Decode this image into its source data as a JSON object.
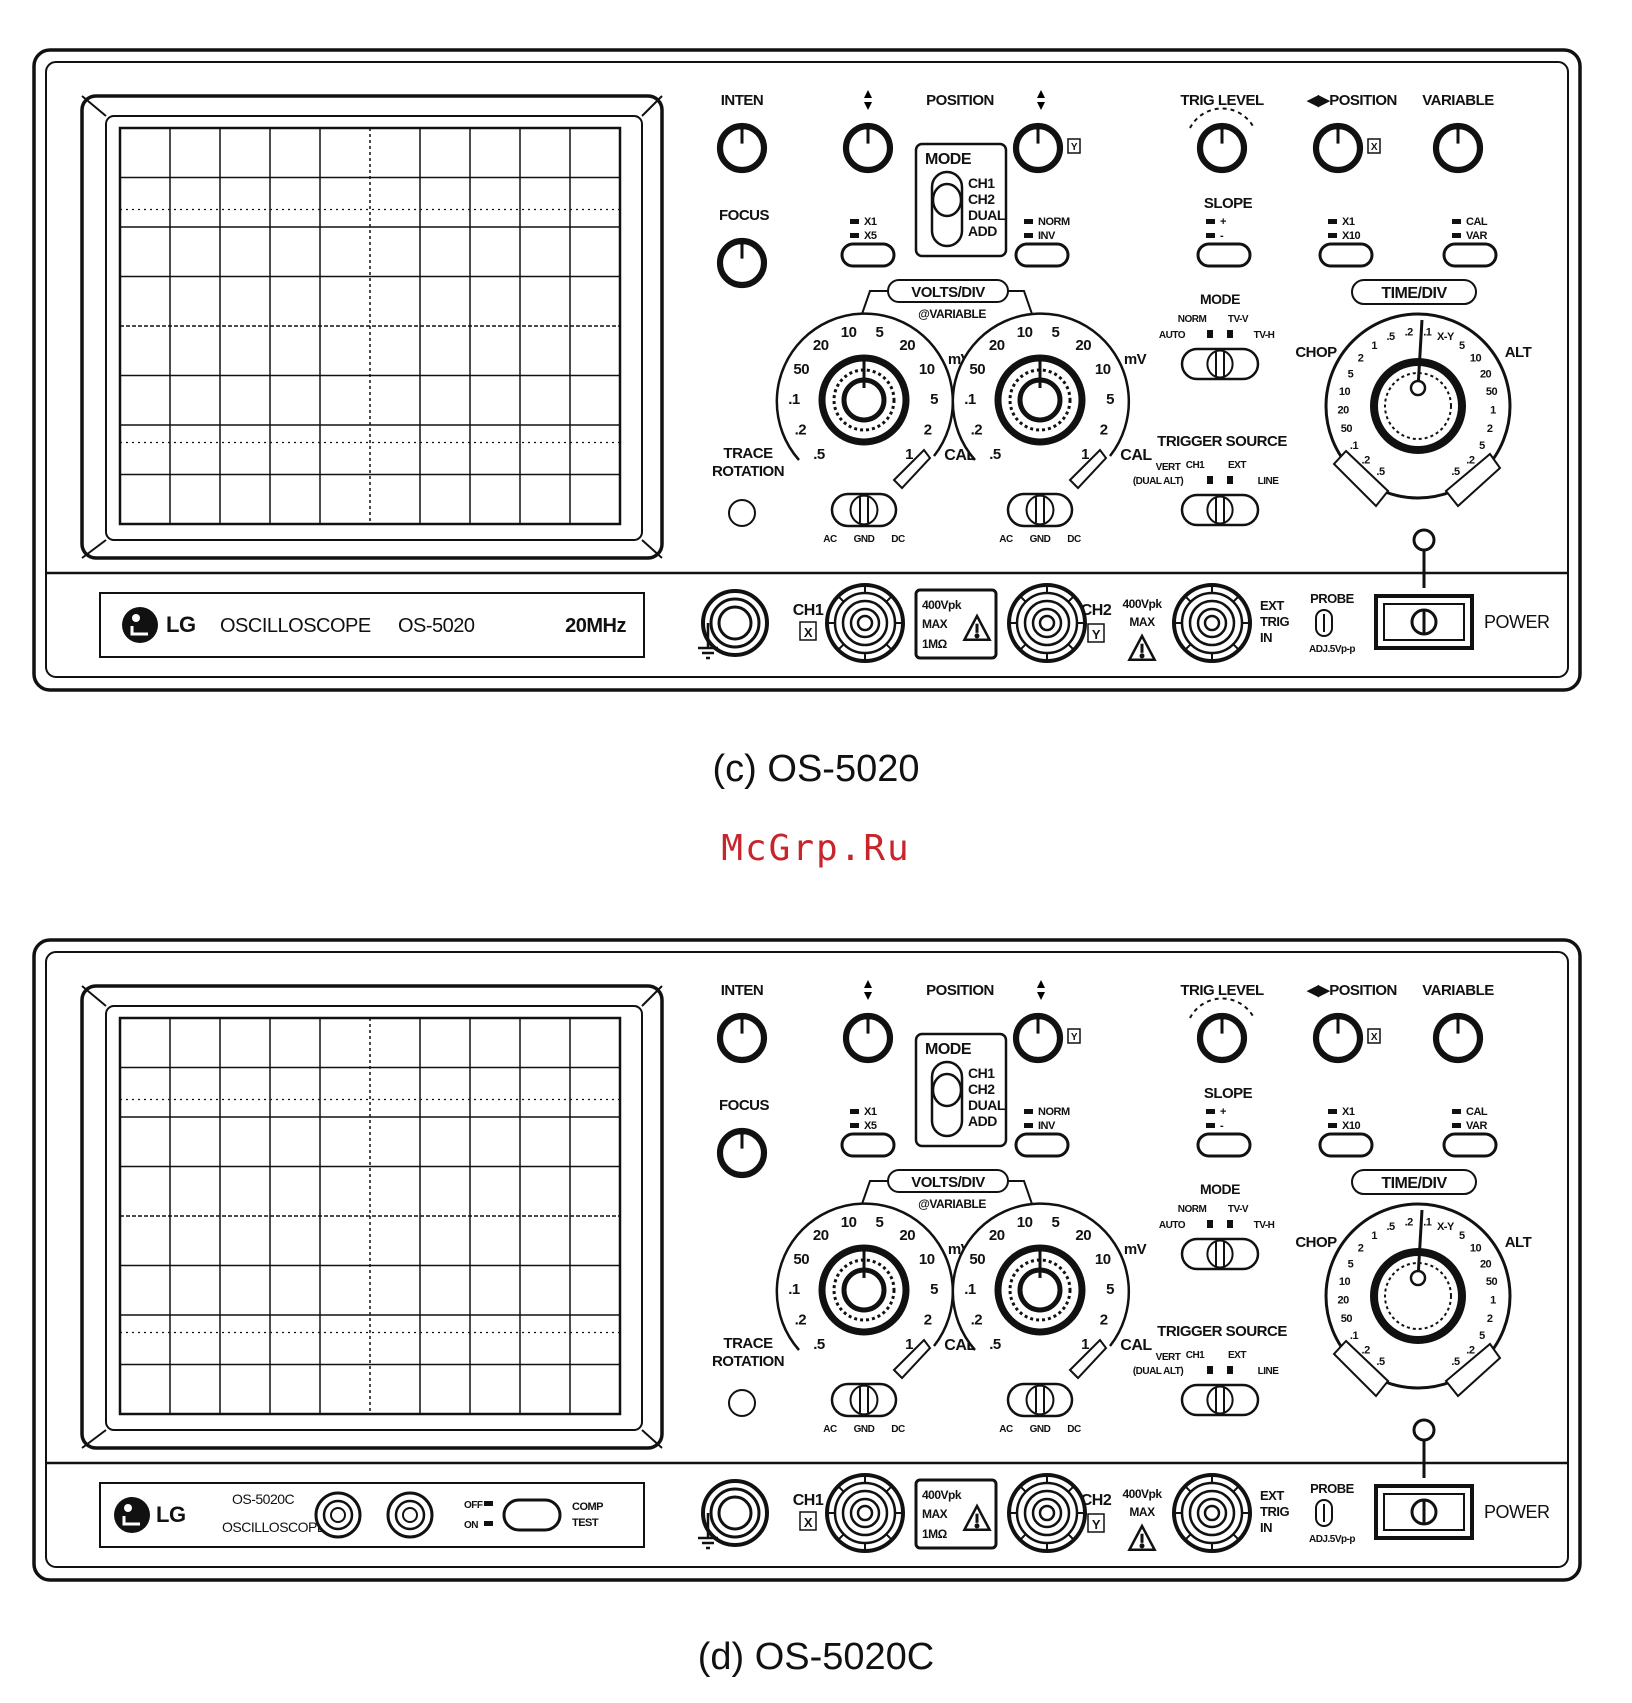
{
  "watermark": "McGrp.Ru",
  "panels": [
    {
      "caption": "(c) OS-5020",
      "variant": "os5020",
      "labels": {
        "inten": "INTEN",
        "focus": "FOCUS",
        "position": "POSITION",
        "mode": "MODE",
        "mode_options": [
          "CH1",
          "CH2",
          "DUAL",
          "ADD"
        ],
        "x1": "X1",
        "x5": "X5",
        "norm": "NORM",
        "inv": "INV",
        "trig_level": "TRIG LEVEL",
        "h_position": "◀▶POSITION",
        "variable": "VARIABLE",
        "slope": "SLOPE",
        "slope_plus": "+",
        "slope_minus": "-",
        "x10": "X10",
        "cal": "CAL",
        "var": "VAR",
        "volts_div": "VOLTS/DIV",
        "at_variable": "@VARIABLE",
        "mv": "mV",
        "volts_scale": [
          ".5",
          ".2",
          ".1",
          "50",
          "20",
          "10",
          "5",
          "20",
          "10",
          "5",
          "2",
          "1"
        ],
        "cal_label": "CAL",
        "trace_rotation": "TRACE ROTATION",
        "ac": "AC",
        "gnd": "GND",
        "dc": "DC",
        "mode2": "MODE",
        "norm2": "NORM",
        "tvv": "TV-V",
        "auto": "AUTO",
        "tvh": "TV-H",
        "trigger_source": "TRIGGER SOURCE",
        "vert": "VERT",
        "dual_alt": "(DUAL ALT)",
        "ch1": "CH1",
        "ext": "EXT",
        "line": "LINE",
        "time_div": "TIME/DIV",
        "chop": "CHOP",
        "alt": "ALT",
        "ch1_in": "CH1",
        "ch1_axis": "X",
        "ch2_in": "CH2",
        "ch2_axis": "Y",
        "warn1": "400Vpk",
        "warn2": "MAX",
        "warn3": "1MΩ",
        "ext_warn1": "400Vpk",
        "ext_warn2": "MAX",
        "ext_trig": "EXT TRIG IN",
        "probe": "PROBE",
        "adj": "ADJ.5Vp-p",
        "power": "POWER",
        "xaxis_tag": "X",
        "yaxis_tag": "Y"
      },
      "brand": {
        "logo": "LG",
        "name": "OSCILLOSCOPE",
        "model": "OS-5020",
        "bandwidth": "20MHz"
      }
    },
    {
      "caption": "(d) OS-5020C",
      "variant": "os5020c",
      "labels": {
        "inten": "INTEN",
        "focus": "FOCUS",
        "position": "POSITION",
        "mode": "MODE",
        "mode_options": [
          "CH1",
          "CH2",
          "DUAL",
          "ADD"
        ],
        "x1": "X1",
        "x5": "X5",
        "norm": "NORM",
        "inv": "INV",
        "trig_level": "TRIG LEVEL",
        "h_position": "◀▶POSITION",
        "variable": "VARIABLE",
        "slope": "SLOPE",
        "slope_plus": "+",
        "slope_minus": "-",
        "x10": "X10",
        "cal": "CAL",
        "var": "VAR",
        "volts_div": "VOLTS/DIV",
        "at_variable": "@VARIABLE",
        "mv": "mV",
        "volts_scale": [
          ".5",
          ".2",
          ".1",
          "50",
          "20",
          "10",
          "5",
          "20",
          "10",
          "5",
          "2",
          "1"
        ],
        "cal_label": "CAL",
        "trace_rotation": "TRACE ROTATION",
        "ac": "AC",
        "gnd": "GND",
        "dc": "DC",
        "mode2": "MODE",
        "norm2": "NORM",
        "tvv": "TV-V",
        "auto": "AUTO",
        "tvh": "TV-H",
        "trigger_source": "TRIGGER SOURCE",
        "vert": "VERT",
        "dual_alt": "(DUAL ALT)",
        "ch1": "CH1",
        "ext": "EXT",
        "line": "LINE",
        "time_div": "TIME/DIV",
        "chop": "CHOP",
        "alt": "ALT",
        "ch1_in": "CH1",
        "ch1_axis": "X",
        "ch2_in": "CH2",
        "ch2_axis": "Y",
        "warn1": "400Vpk",
        "warn2": "MAX",
        "warn3": "1MΩ",
        "ext_warn1": "400Vpk",
        "ext_warn2": "MAX",
        "ext_trig": "EXT TRIG IN",
        "probe": "PROBE",
        "adj": "ADJ.5Vp-p",
        "power": "POWER",
        "xaxis_tag": "X",
        "yaxis_tag": "Y"
      },
      "brand": {
        "logo": "LG",
        "model": "OS-5020C",
        "name": "OSCILLOSCOPE",
        "off": "OFF",
        "on": "ON",
        "comp_test": "COMP TEST"
      }
    }
  ],
  "time_scale": [
    ".5",
    ".2",
    ".1",
    "50",
    "20",
    "10",
    "5",
    "2",
    "1",
    ".5",
    ".2",
    ".1",
    "X-Y",
    "5",
    "10",
    "20",
    "50",
    "1",
    "2",
    "5",
    ".2",
    ".5"
  ]
}
